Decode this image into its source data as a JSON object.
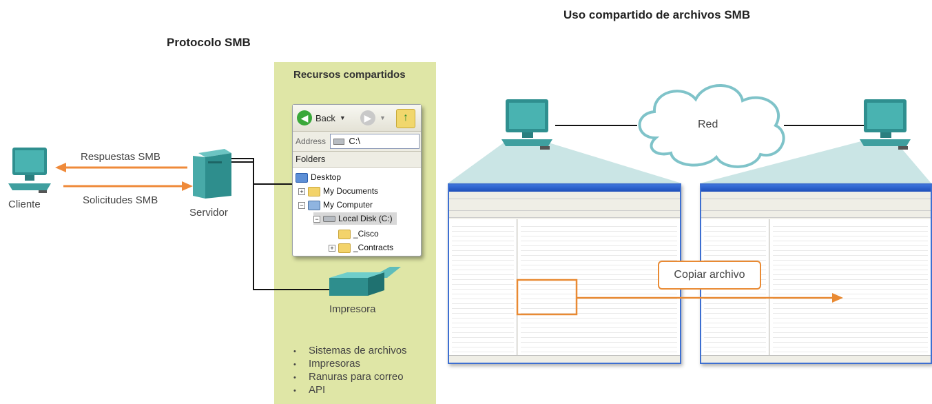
{
  "left_title": "Protocolo SMB",
  "right_title": "Uso compartido de archivos SMB",
  "client_label": "Cliente",
  "server_label": "Servidor",
  "printer_label": "Impresora",
  "responses_label": "Respuestas SMB",
  "requests_label": "Solicitudes SMB",
  "shared_resources": {
    "title": "Recursos compartidos",
    "items": [
      "Sistemas de archivos",
      "Impresoras",
      "Ranuras para correo",
      "API"
    ]
  },
  "explorer": {
    "back_label": "Back",
    "address_label": "Address",
    "address_value": "C:\\",
    "folders_label": "Folders",
    "tree": [
      {
        "label": "Desktop"
      },
      {
        "label": "My Documents"
      },
      {
        "label": "My Computer"
      },
      {
        "label": "Local Disk (C:)"
      },
      {
        "label": "_Cisco"
      },
      {
        "label": "_Contracts"
      }
    ]
  },
  "network_label": "Red",
  "copy_label": "Copiar archivo",
  "colors": {
    "panel": "#dfe6a6",
    "arrow": "#ef8a3a",
    "computer": "#3f9f9f",
    "highlight": "#e98a33"
  }
}
